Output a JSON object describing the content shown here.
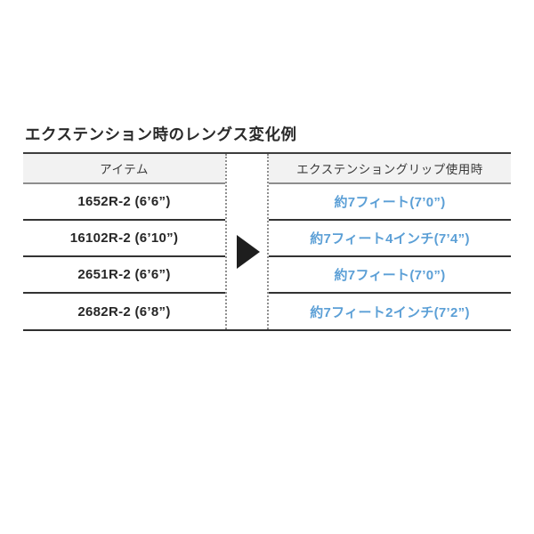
{
  "title": "エクステンション時のレングス変化例",
  "table": {
    "headers": {
      "item": "アイテム",
      "extended": "エクステンショングリップ使用時"
    },
    "rows": [
      {
        "item": "1652R-2 (6’6”)",
        "value": "約7フィート(7’0”)"
      },
      {
        "item": "16102R-2 (6’10”)",
        "value": "約7フィート4インチ(7’4”)"
      },
      {
        "item": "2651R-2 (6’6”)",
        "value": "約7フィート(7’0”)"
      },
      {
        "item": "2682R-2 (6’8”)",
        "value": "約7フィート2インチ(7’2”)"
      }
    ],
    "arrow_icon": "right-arrow-icon"
  },
  "colors": {
    "value_blue": "#5b9fd6",
    "header_bg": "#f2f2f2",
    "line_dark": "#333333",
    "line_gray": "#8e8e8e",
    "arrow_black": "#1e1e1e"
  }
}
